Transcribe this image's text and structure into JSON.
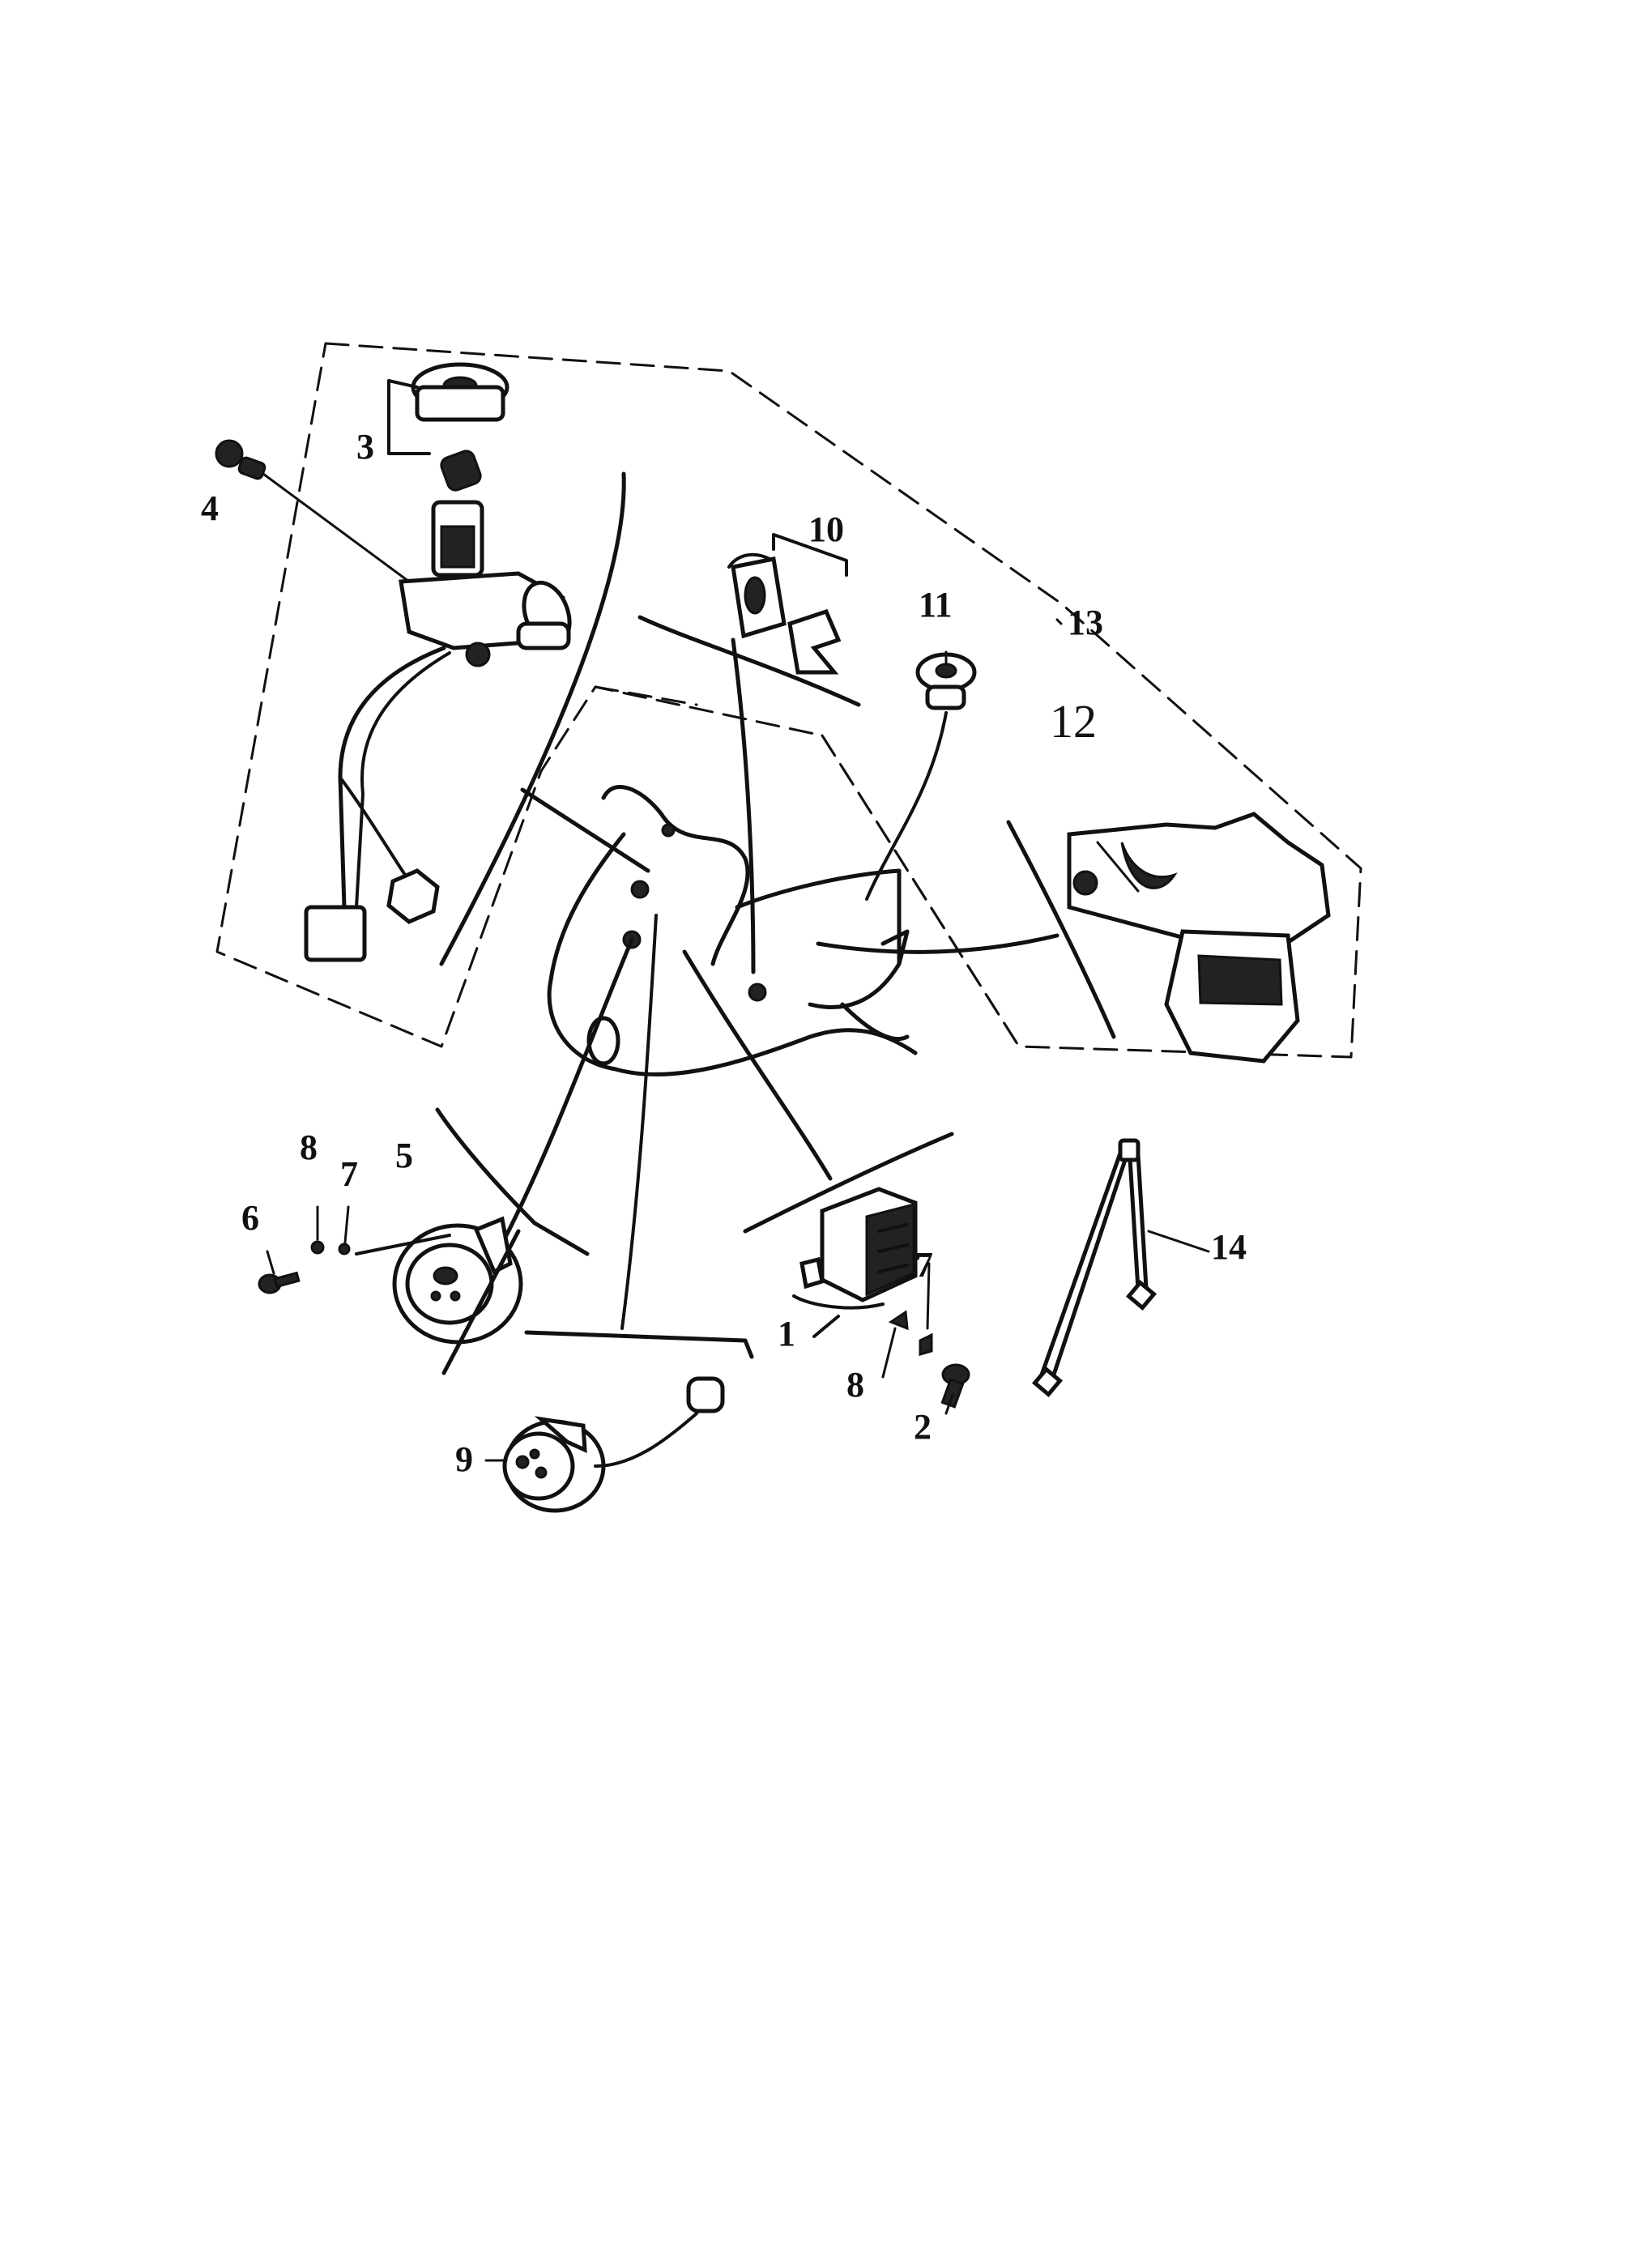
{
  "callouts": {
    "c1": "1",
    "c2": "2",
    "c3": "3",
    "c4": "4",
    "c5": "5",
    "c6": "6",
    "c7a": "7",
    "c7b": "7",
    "c8a": "8",
    "c8b": "8",
    "c9": "9",
    "c10": "10",
    "c11": "11",
    "c12": "12",
    "c13": "13",
    "c14": "14"
  },
  "colors": {
    "ink": "#111111",
    "paper": "#ffffff"
  }
}
